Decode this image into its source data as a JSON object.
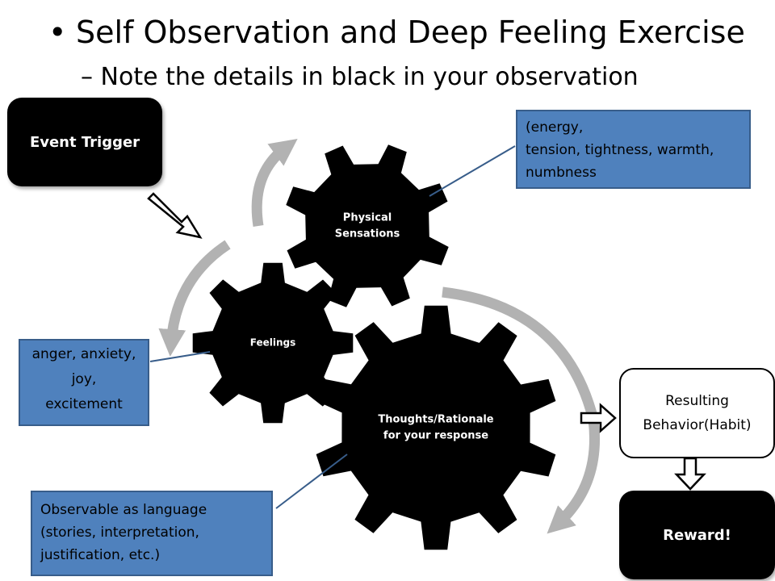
{
  "slide": {
    "bullet": "Self Observation and Deep Feeling Exercise",
    "sub_bullet": "– Note the details in black in your observation"
  },
  "gears": [
    {
      "id": "thoughts",
      "label_lines": [
        "Thoughts/Rationale",
        "for your response"
      ]
    },
    {
      "id": "feelings",
      "label_lines": [
        "Feelings"
      ]
    },
    {
      "id": "physical",
      "label_lines": [
        "Physical",
        "Sensations"
      ]
    }
  ],
  "boxes": {
    "event_trigger": "Event Trigger",
    "physical_note": [
      "(energy,",
      "tension, tightness, warmth,",
      "numbness"
    ],
    "feelings_note": [
      "anger, anxiety,",
      "joy,",
      "excitement"
    ],
    "thoughts_note": [
      "Observable as language",
      "(stories, interpretation,",
      "justification, etc.)"
    ],
    "resulting_behavior": [
      "Resulting",
      "Behavior(Habit)"
    ],
    "reward": "Reward!"
  },
  "colors": {
    "gear": "#000000",
    "cycle_arrow": "#b2b2b2",
    "note_box": "#4f81bd",
    "connector": "#385d8a"
  }
}
